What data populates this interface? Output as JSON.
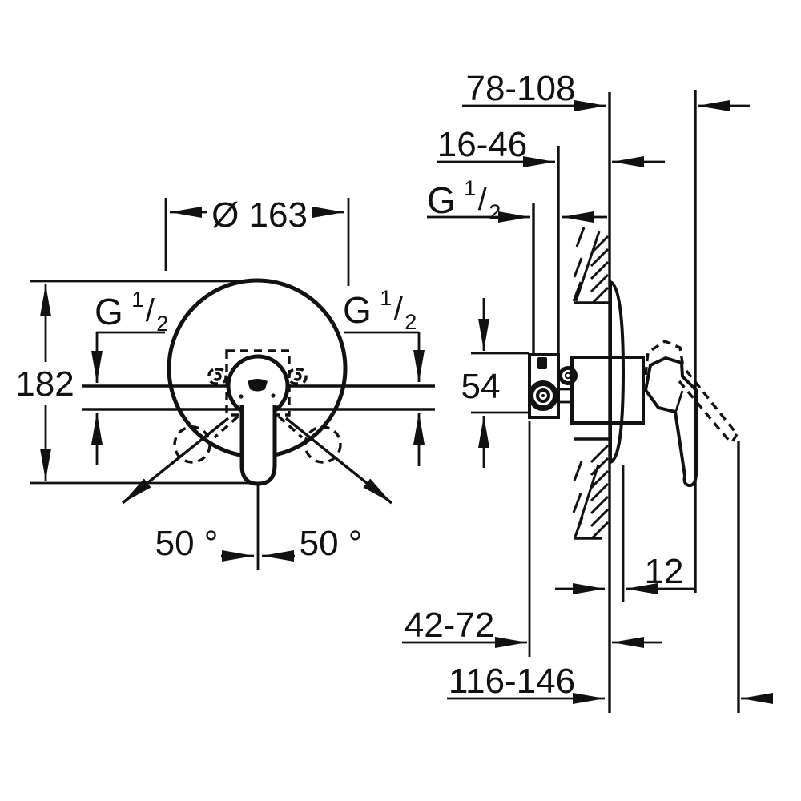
{
  "drawing": {
    "front_view": {
      "diameter": "Ø 163",
      "overall_height": "182",
      "thread_left": {
        "g": "G",
        "numerator": "1",
        "slash": "/",
        "denominator": "2"
      },
      "thread_right": {
        "g": "G",
        "numerator": "1",
        "slash": "/",
        "denominator": "2"
      },
      "swing_angle_left": "50 °",
      "swing_angle_right": "50 °"
    },
    "side_view": {
      "install_depth_range": "78-108",
      "rough_in_depth_range": "16-46",
      "thread": {
        "g": "G",
        "numerator": "1",
        "slash": "/",
        "denominator": "2"
      },
      "connection_height": "54",
      "plate_offset": "12",
      "wall_to_housing_range": "42-72",
      "wall_to_lever_range": "116-146"
    },
    "colors": {
      "ink": "#111111",
      "paper": "#ffffff"
    }
  }
}
